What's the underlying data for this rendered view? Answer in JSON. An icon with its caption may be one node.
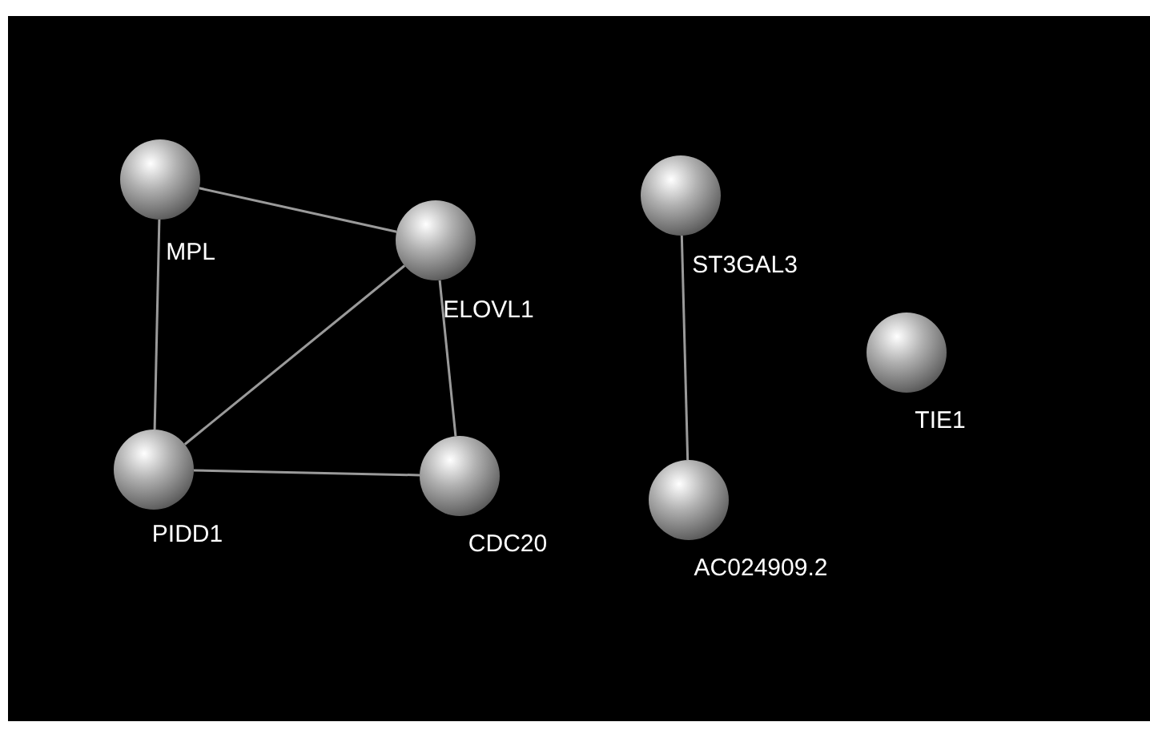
{
  "diagram": {
    "nodes": [
      {
        "text": [],
        "shape": "circle",
        "beside": [
          "MPL"
        ]
      },
      {
        "text": [],
        "shape": "circle",
        "beside": [
          "ELOVL1"
        ]
      },
      {
        "text": [],
        "shape": "circle",
        "beside": [
          "PIDD1"
        ]
      },
      {
        "text": [],
        "shape": "circle",
        "beside": [
          "CDC20"
        ]
      },
      {
        "text": [],
        "shape": "circle",
        "beside": [
          "ST3GAL3"
        ]
      },
      {
        "text": [],
        "shape": "circle",
        "beside": [
          "AC024909.2"
        ]
      },
      {
        "text": [],
        "shape": "circle",
        "beside": [
          "TIE1"
        ]
      }
    ],
    "edges": [
      {
        "from": 0,
        "to": 1,
        "arrow": "none"
      },
      {
        "from": 0,
        "to": 2,
        "arrow": "none"
      },
      {
        "from": 2,
        "to": 1,
        "arrow": "none"
      },
      {
        "from": 2,
        "to": 3,
        "arrow": "none"
      },
      {
        "from": 1,
        "to": 3,
        "arrow": "none"
      },
      {
        "from": 4,
        "to": 5,
        "arrow": "none"
      }
    ]
  }
}
